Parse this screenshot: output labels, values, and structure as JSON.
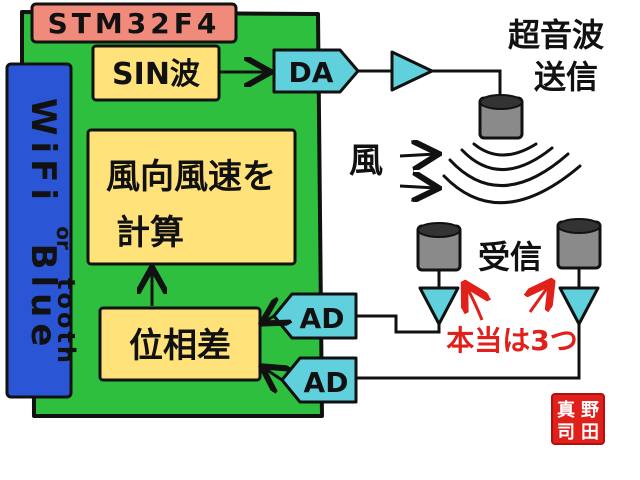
{
  "mcu": {
    "label": "STM32F4"
  },
  "wireless": {
    "wifi": "WiFi",
    "or": "or",
    "bluetooth": "Bluetooth",
    "blue": "Blue",
    "tooth": "tooth"
  },
  "blocks": {
    "sin": "SIN波",
    "calc_line1": "風向風速を",
    "calc_line2": "計算",
    "phase": "位相差"
  },
  "converters": {
    "da": "DA",
    "ad1": "AD",
    "ad2": "AD"
  },
  "labels": {
    "ultrasonic_line1": "超音波",
    "ultrasonic_line2": "送信",
    "wind": "風",
    "receive": "受信",
    "note": "本当は3つ"
  },
  "seal": {
    "chars": [
      "野",
      "田",
      "真",
      "司"
    ]
  },
  "colors": {
    "board": "#2fbf3f",
    "board_label_bg": "#f08a7a",
    "block_fill": "#ffe27a",
    "block_border": "#111111",
    "wireless_fill": "#2a56d6",
    "converter_fill": "#5fd0dc",
    "transducer_body": "#8a8a8a",
    "note_red": "#e0201a"
  }
}
